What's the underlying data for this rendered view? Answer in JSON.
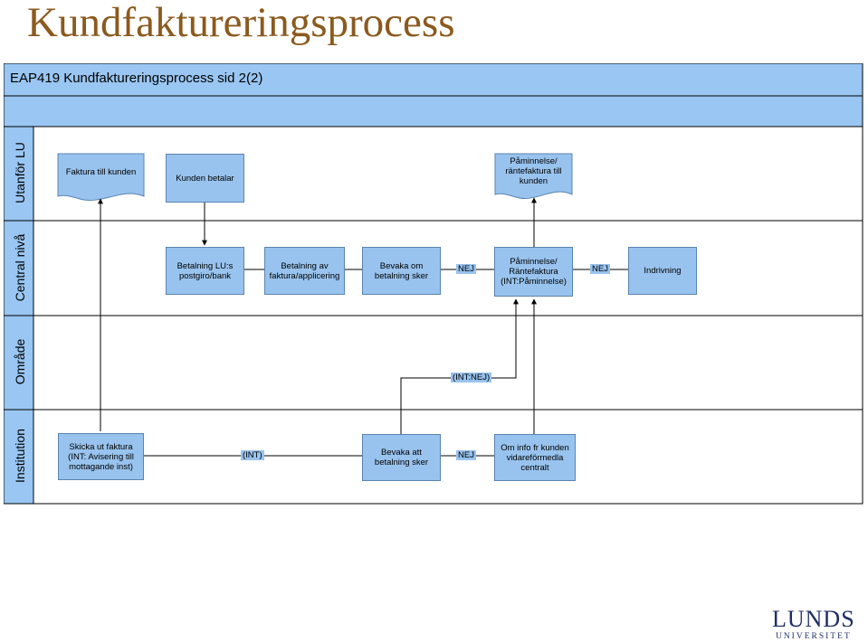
{
  "slide": {
    "title": "Kundfaktureringsprocess"
  },
  "diagram": {
    "header": "EAP419 Kundfaktureringsprocess  sid 2(2)",
    "lanes": [
      "Utanför LU",
      "Central nivå",
      "Område",
      "Institution"
    ],
    "nodes": {
      "faktura_till_kunden": "Faktura till kunden",
      "kunden_betalar": "Kunden betalar",
      "paminnelse_kunden": "Påminnelse/\nräntefaktura till\nkunden",
      "betalning_lus": "Betalning LU:s\npostgiro/bank",
      "betalning_av": "Betalning av\nfaktura/applicering",
      "bevaka_om": "Bevaka om\nbetalning sker",
      "paminnelse_central": "Påminnelse/\nRäntefaktura\n(INT:Påminnelse)",
      "indrivning": "Indrivning",
      "skicka_ut": "Skicka ut faktura\n(INT: Avisering till\nmottagande inst)",
      "bevaka_att": "Bevaka att\nbetalning sker",
      "om_info": "Om info fr kunden\nvidareförmedla\ncentralt"
    },
    "connector_labels": {
      "nej_1": "NEJ",
      "nej_2": "NEJ",
      "int_nej": "(INT:NEJ)",
      "int": "(INT)",
      "nej_3": "NEJ"
    }
  },
  "logo": {
    "line1": "LUNDS",
    "line2": "UNIVERSITET"
  },
  "colors": {
    "title": "#8b5a1e",
    "band": "#99c6f2",
    "shape_fill": "#98c3ee",
    "shape_border": "#5b84b0",
    "lane_border": "#000000",
    "logo": "#1f2e63"
  }
}
